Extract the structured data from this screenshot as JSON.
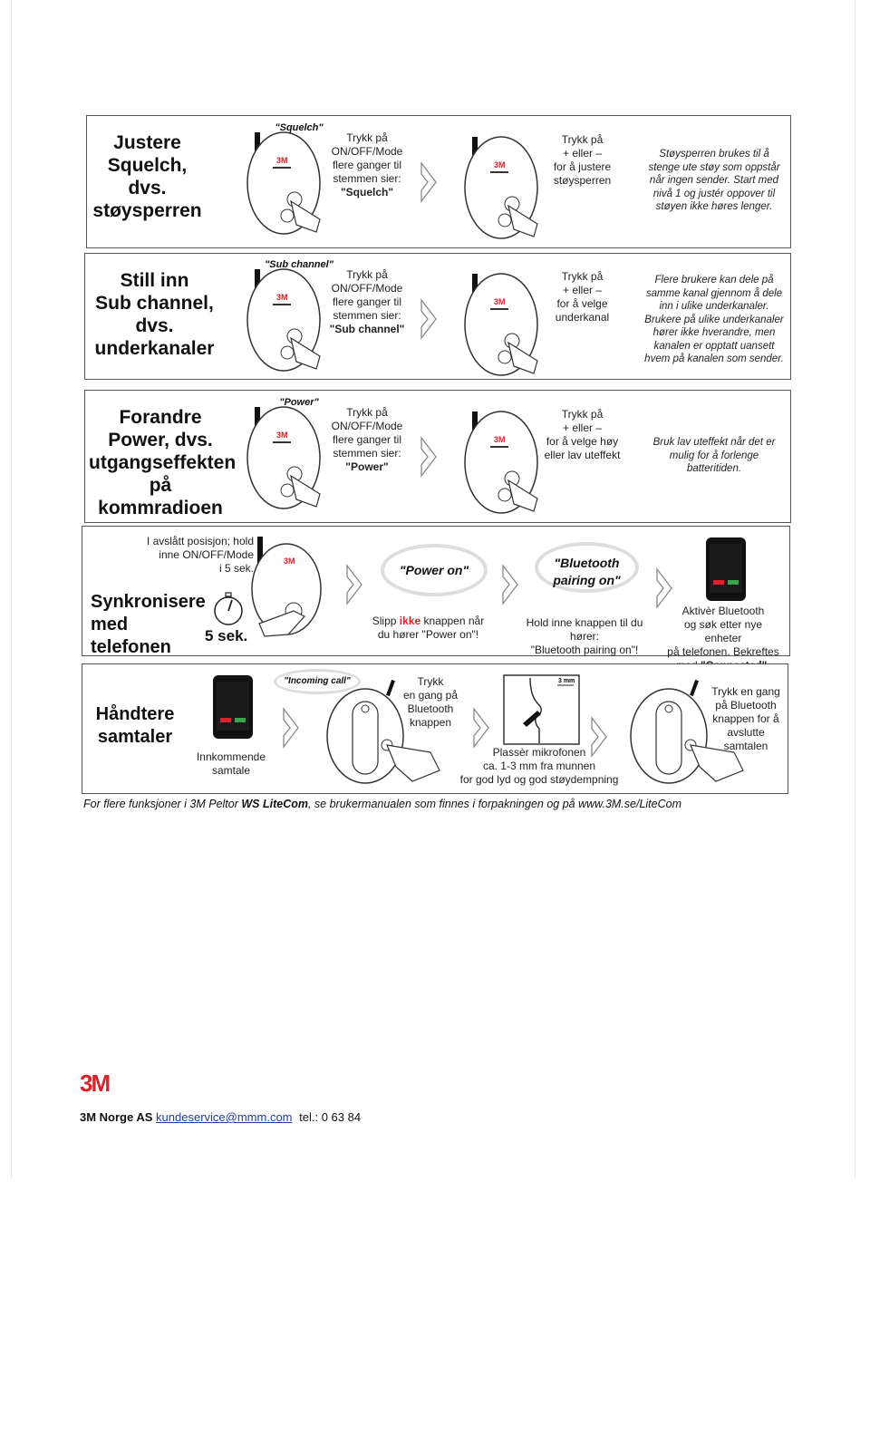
{
  "rows": [
    {
      "title_lines": [
        "Justere",
        "Squelch,",
        "dvs.",
        "støysperren"
      ],
      "bubble": "\"Squelch\"",
      "step1_lines": [
        "Trykk på",
        "ON/OFF/Mode",
        "flere ganger til",
        "stemmen sier:",
        "\"Squelch\""
      ],
      "step2_lines": [
        "Trykk på",
        "+ eller –",
        "for å justere",
        "støysperren"
      ],
      "note_lines": [
        "Støysperren brukes til å",
        "stenge ute støy som oppstår",
        "når ingen sender. Start med",
        "nivå 1 og justér oppover til",
        "støyen ikke høres lenger."
      ]
    },
    {
      "title_lines": [
        "Still inn",
        "Sub channel,",
        "dvs.",
        "underkanaler"
      ],
      "bubble": "\"Sub channel\"",
      "step1_lines": [
        "Trykk på",
        "ON/OFF/Mode",
        "flere ganger til",
        "stemmen sier:",
        "\"Sub channel\""
      ],
      "step2_lines": [
        "Trykk på",
        "+ eller –",
        "for å velge",
        "underkanal"
      ],
      "note_lines": [
        "Flere brukere kan dele på",
        "samme kanal gjennom å dele",
        "inn i ulike underkanaler.",
        "Brukere på ulike underkanaler",
        "hører ikke hverandre, men",
        "kanalen er opptatt uansett",
        "hvem på kanalen som sender."
      ]
    },
    {
      "title_lines": [
        "Forandre",
        "Power, dvs.",
        "utgangseffekten",
        "på kommradioen"
      ],
      "bubble": "\"Power\"",
      "step1_lines": [
        "Trykk på",
        "ON/OFF/Mode",
        "flere ganger til",
        "stemmen sier:",
        "\"Power\""
      ],
      "step2_lines": [
        "Trykk på",
        "+ eller –",
        "for å velge høy",
        "eller lav uteffekt"
      ],
      "note_lines": [
        "Bruk lav uteffekt når det er",
        "mulig for å forlenge",
        "batteritiden."
      ]
    }
  ],
  "sync": {
    "title_lines": [
      "Synkronisere",
      "med telefonen"
    ],
    "hold_lines": [
      "I avslått posisjon; hold",
      "inne ON/OFF/Mode",
      "i 5 sek."
    ],
    "timer": "5 sek.",
    "bubble1": "\"Power on\"",
    "bubble2_lines": [
      "\"Bluetooth",
      "pairing on\""
    ],
    "release_prefix": "Slipp ",
    "release_em": "ikke",
    "release_suffix": " knappen når",
    "release_line2": "du hører \"Power on\"!",
    "hold2_lines": [
      "Hold inne knappen til du hører:",
      "\"Bluetooth pairing on\"!"
    ],
    "activate_lines": [
      "Aktivèr Bluetooth",
      "og søk etter nye enheter",
      "på telefonen. Bekreftes"
    ],
    "activate_last_prefix": "med ",
    "activate_last_bold": "\"Connected\"",
    "activate_last_suffix": "."
  },
  "calls": {
    "title_lines": [
      "Håndtere",
      "samtaler"
    ],
    "incoming_lines": [
      "Innkommende",
      "samtale"
    ],
    "bubble": "\"Incoming call\"",
    "press_lines": [
      "Trykk",
      "en gang på",
      "Bluetooth",
      "knappen"
    ],
    "mic_label": "3 mm",
    "place_lines": [
      "Plassèr mikrofonen",
      "ca. 1-3 mm fra munnen",
      "for god lyd og god støydempning"
    ],
    "end_lines": [
      "Trykk en gang",
      "på Bluetooth",
      "knappen for å",
      "avslutte samtalen"
    ]
  },
  "footnote_prefix": "For flere funksjoner i 3M Peltor ",
  "footnote_bold": "WS LiteCom",
  "footnote_suffix": ", se brukermanualen som finnes i forpakningen og på www.3M.se/LiteCom",
  "logo": "3M",
  "contact_company": "3M Norge AS",
  "contact_email": "kundeservice@mmm.com",
  "contact_tel": "tel.: 0 63 84",
  "colors": {
    "brand_red": "#d9242b",
    "link_blue": "#1a3fa0"
  }
}
